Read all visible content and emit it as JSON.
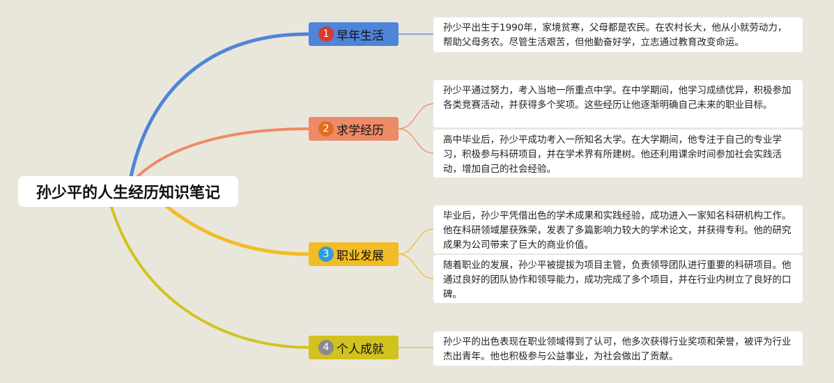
{
  "root": {
    "title": "孙少平的人生经历知识笔记"
  },
  "branches": [
    {
      "num": "1",
      "label": "早年生活",
      "color": "#4f85d8",
      "badge_color": "#d93a2b"
    },
    {
      "num": "2",
      "label": "求学经历",
      "color": "#ed8a67",
      "badge_color": "#e46c1f"
    },
    {
      "num": "3",
      "label": "职业发展",
      "color": "#f2bc26",
      "badge_color": "#2f9ddb"
    },
    {
      "num": "4",
      "label": "个人成就",
      "color": "#d2c21f",
      "badge_color": "#8a8a8a"
    }
  ],
  "notes": [
    {
      "text": "孙少平出生于1990年，家境贫寒，父母都是农民。在农村长大，他从小就劳动力，帮助父母务农。尽管生活艰苦，但他勤奋好学，立志通过教育改变命运。"
    },
    {
      "text": "孙少平通过努力，考入当地一所重点中学。在中学期间，他学习成绩优异，积极参加各类竞赛活动，并获得多个奖项。这些经历让他逐渐明确自己未来的职业目标。"
    },
    {
      "text": "高中毕业后，孙少平成功考入一所知名大学。在大学期间，他专注于自己的专业学习，积极参与科研项目，并在学术界有所建树。他还利用课余时间参加社会实践活动，增加自己的社会经验。"
    },
    {
      "text": "毕业后，孙少平凭借出色的学术成果和实践经验，成功进入一家知名科研机构工作。他在科研领域屡获殊荣，发表了多篇影响力较大的学术论文，并获得专利。他的研究成果为公司带来了巨大的商业价值。"
    },
    {
      "text": "随着职业的发展，孙少平被提拔为项目主管，负责领导团队进行重要的科研项目。他通过良好的团队协作和领导能力，成功完成了多个项目，并在行业内树立了良好的口碑。"
    },
    {
      "text": "孙少平的出色表现在职业领域得到了认可，他多次获得行业奖项和荣誉，被评为行业杰出青年。他也积极参与公益事业，为社会做出了贡献。"
    }
  ]
}
